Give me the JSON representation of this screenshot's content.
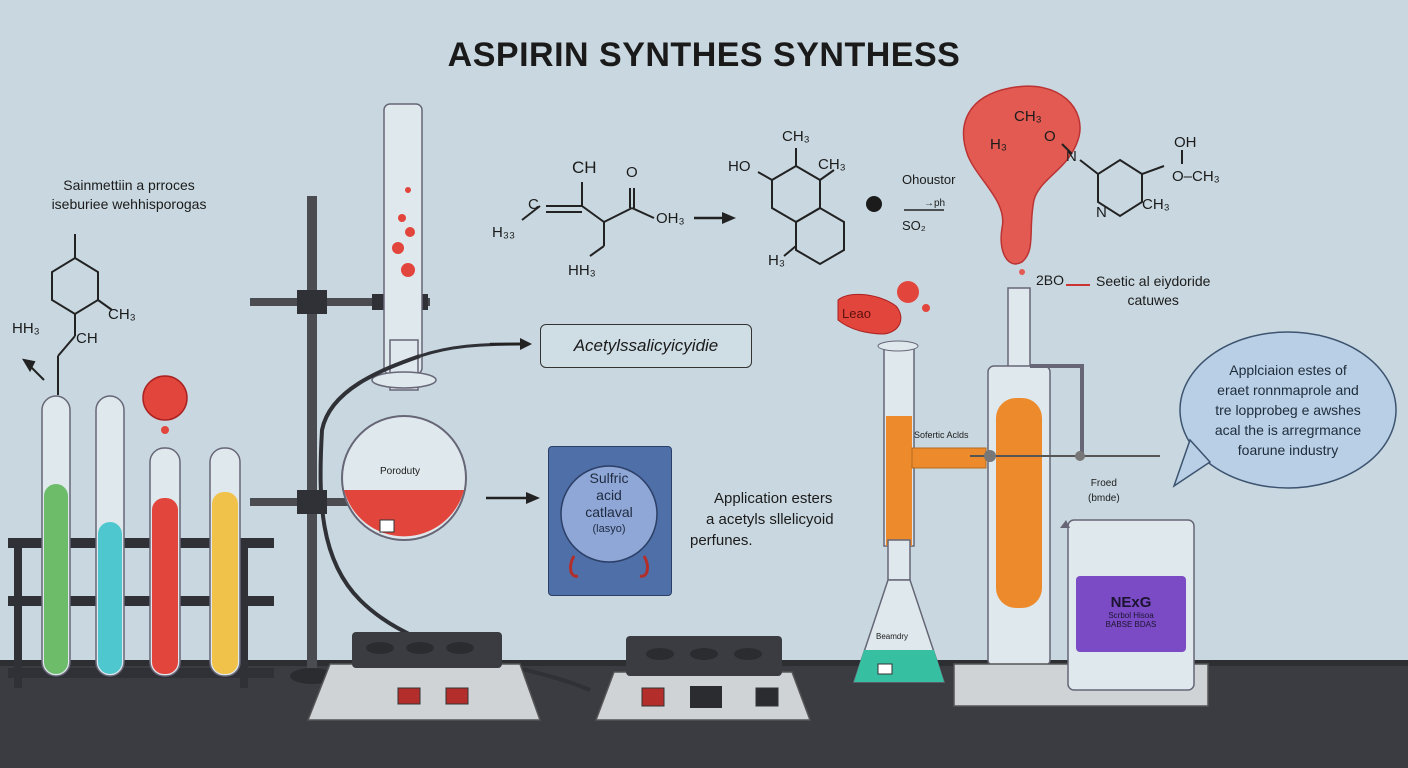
{
  "title": "ASPIRIN SYNTHES SYNTHESS",
  "left_note": [
    "Sainmettiin a prroces",
    "iseburiee wehhisporogas"
  ],
  "left_molecule": {
    "h3": "HH₃",
    "ch3": "CH₃",
    "ch": "CH"
  },
  "reactant": {
    "ch": "CH",
    "o": "O",
    "h3_left": "H₃₃",
    "oh3": "OH₃",
    "hh3": "HH₃",
    "c": "C"
  },
  "intermediate": {
    "ho": "HO",
    "ch3_top": "CH₃",
    "ch3_right": "CH₃",
    "h3": "H₃"
  },
  "reagent": {
    "name": "Ohoustor",
    "sub": "→ph",
    "so2": "SO₂"
  },
  "product_molecule": {
    "ch3": "CH₃",
    "h3": "H₃",
    "o": "O",
    "n": "N",
    "oh": "OH",
    "o_ch3": "O–CH₃",
    "ch3_ring": "CH₃",
    "n_ring": "N"
  },
  "side_label": {
    "code": "2BO",
    "line1": "Seetic al eiydoride",
    "line2": "catuwes"
  },
  "product_box": "Acetylssalicyicyidie",
  "flask_label": "Poroduty",
  "catalyst_card": [
    "Sulfric",
    "acid",
    "catlaval",
    "(lasyo)"
  ],
  "application_note": [
    "Application esters",
    "a acetyls sllelicyoid",
    "perfunes."
  ],
  "drop_label": "Leao",
  "tube_label": "Sofertic Aclds",
  "erlenmeyer_label": "Beamdry",
  "clamp_note": [
    "Froed",
    "(bmde)"
  ],
  "beaker_label": [
    "NExG",
    "Scrbol  Hisoa",
    "BABSE  BDAS"
  ],
  "speech_bubble": [
    "Applciaion estes of",
    "eraet ronnmaprole and",
    "tre lopprobeg e awshes",
    "acal  the is arregrmance",
    "foarune industry"
  ],
  "colors": {
    "background": "#c9d8e0",
    "bench": "#3a3c41",
    "red_liquid": "#e2453c",
    "orange_liquid": "#ec8a2c",
    "green_liquid": "#6cbc6a",
    "cyan_liquid": "#4fc7cf",
    "yellow_liquid": "#f0c24a",
    "purple_liquid": "#7a4bc4",
    "teal_liquid": "#37bfa2",
    "card_blue": "#4f6fa8"
  }
}
